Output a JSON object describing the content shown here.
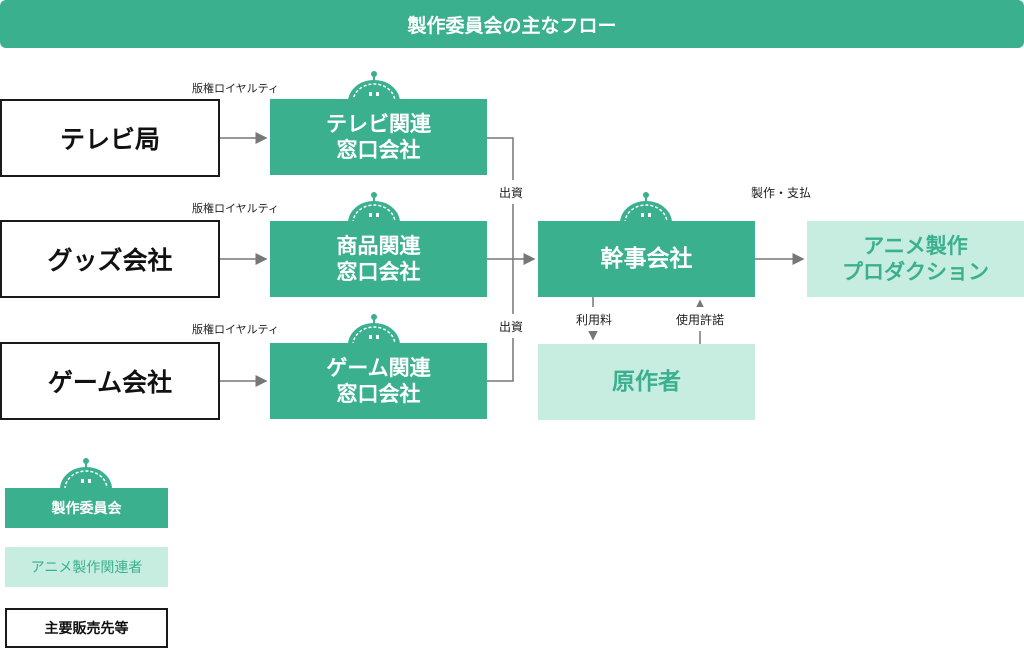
{
  "title": "製作委員会の主なフロー",
  "royalty_label": "版権ロイヤルティ",
  "sellers": {
    "tv": "テレビ局",
    "goods": "グッズ会社",
    "game": "ゲーム会社"
  },
  "windows": {
    "tv": [
      "テレビ関連",
      "窓口会社"
    ],
    "goods": [
      "商品関連",
      "窓口会社"
    ],
    "game": [
      "ゲーム関連",
      "窓口会社"
    ]
  },
  "investment_label": "出資",
  "lead_company": "幹事会社",
  "production": {
    "label": "製作・支払",
    "name": [
      "アニメ製作",
      "プロダクション"
    ]
  },
  "original_author": {
    "name": "原作者",
    "fee_label": "利用料",
    "permission_label": "使用許諾"
  },
  "legend": {
    "committee": "製作委員会",
    "anime_related": "アニメ製作関連者",
    "sellers": "主要販売先等"
  },
  "colors": {
    "accent": "#3bb08f",
    "light": "#c7ece0"
  }
}
